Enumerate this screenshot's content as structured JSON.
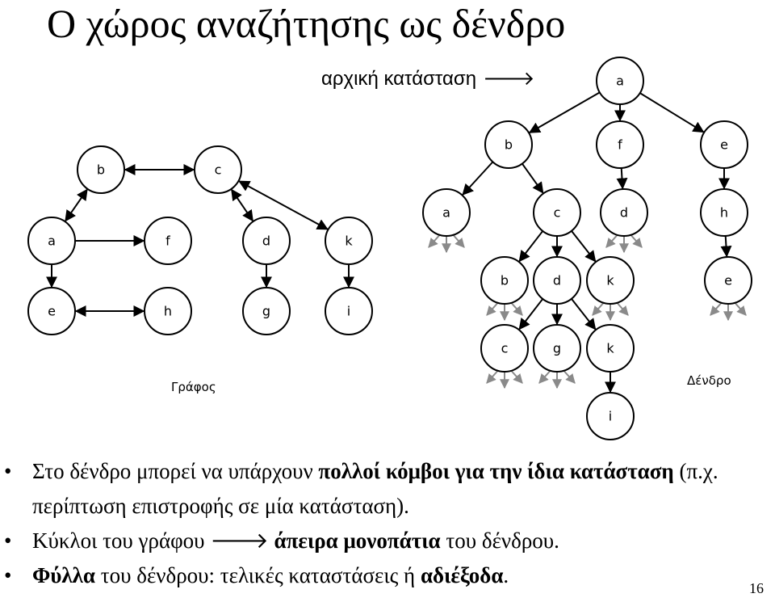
{
  "title": "Ο χώρος αναζήτησης ως δένδρο",
  "initial_state_label": "αρχική κατάσταση",
  "initial_state_arrow": "🡒",
  "graph": {
    "caption": "Γράφος",
    "nodes": [
      {
        "id": "b",
        "label": "b"
      },
      {
        "id": "c",
        "label": "c"
      },
      {
        "id": "a",
        "label": "a"
      },
      {
        "id": "f",
        "label": "f"
      },
      {
        "id": "d",
        "label": "d"
      },
      {
        "id": "k",
        "label": "k"
      },
      {
        "id": "e",
        "label": "e"
      },
      {
        "id": "h",
        "label": "h"
      },
      {
        "id": "g",
        "label": "g"
      },
      {
        "id": "i",
        "label": "i"
      }
    ],
    "edges": [
      {
        "from": "b",
        "to": "c",
        "both": true
      },
      {
        "from": "a",
        "to": "b",
        "both": true
      },
      {
        "from": "a",
        "to": "f",
        "both": false
      },
      {
        "from": "c",
        "to": "d",
        "both": true
      },
      {
        "from": "c",
        "to": "k",
        "both": true
      },
      {
        "from": "a",
        "to": "e",
        "both": false
      },
      {
        "from": "e",
        "to": "h",
        "both": true
      },
      {
        "from": "d",
        "to": "g",
        "both": false
      },
      {
        "from": "k",
        "to": "i",
        "both": false
      }
    ]
  },
  "tree": {
    "caption": "Δένδρο",
    "nodes": [
      {
        "id": "t_a",
        "label": "a"
      },
      {
        "id": "t_b",
        "label": "b"
      },
      {
        "id": "t_f",
        "label": "f"
      },
      {
        "id": "t_e",
        "label": "e"
      },
      {
        "id": "t_ba",
        "label": "a"
      },
      {
        "id": "t_bc",
        "label": "c"
      },
      {
        "id": "t_fd",
        "label": "d"
      },
      {
        "id": "t_eh",
        "label": "h"
      },
      {
        "id": "t_cb",
        "label": "b"
      },
      {
        "id": "t_cd",
        "label": "d"
      },
      {
        "id": "t_ck",
        "label": "k"
      },
      {
        "id": "t_he",
        "label": "e"
      },
      {
        "id": "t_dc",
        "label": "c"
      },
      {
        "id": "t_dg",
        "label": "g"
      },
      {
        "id": "t_dk",
        "label": "k"
      },
      {
        "id": "t_ki",
        "label": "i"
      }
    ],
    "edges": [
      [
        "t_a",
        "t_b"
      ],
      [
        "t_a",
        "t_f"
      ],
      [
        "t_a",
        "t_e"
      ],
      [
        "t_b",
        "t_ba"
      ],
      [
        "t_b",
        "t_bc"
      ],
      [
        "t_f",
        "t_fd"
      ],
      [
        "t_e",
        "t_eh"
      ],
      [
        "t_bc",
        "t_cb"
      ],
      [
        "t_bc",
        "t_cd"
      ],
      [
        "t_bc",
        "t_ck"
      ],
      [
        "t_eh",
        "t_he"
      ],
      [
        "t_cd",
        "t_dc"
      ],
      [
        "t_cd",
        "t_dg"
      ],
      [
        "t_cd",
        "t_dk"
      ],
      [
        "t_dk",
        "t_ki"
      ]
    ]
  },
  "bullets": [
    {
      "parts": [
        {
          "text": "Στο δένδρο μπορεί να υπάρχουν ",
          "bold": false
        },
        {
          "text": "πολλοί κόμβοι για την ίδια κατάσταση",
          "bold": true
        },
        {
          "text": " (π.χ. περίπτωση επιστροφής σε μία κατάσταση).",
          "bold": false
        }
      ]
    },
    {
      "parts": [
        {
          "text": "Κύκλοι του γράφου ",
          "bold": false
        },
        {
          "text": "🡒 ",
          "bold": false
        },
        {
          "text": "άπειρα μονοπάτια",
          "bold": true
        },
        {
          "text": " του δένδρου.",
          "bold": false
        }
      ]
    },
    {
      "parts": [
        {
          "text": "Φύλλα",
          "bold": true
        },
        {
          "text": " του δένδρου: τελικές καταστάσεις ή ",
          "bold": false
        },
        {
          "text": "αδιέξοδα",
          "bold": true
        },
        {
          "text": ".",
          "bold": false
        }
      ]
    }
  ],
  "bullet_symbol": "•",
  "page_number": "16",
  "colors": {
    "node_stroke": "#000000",
    "stub_arrow": "#8a8a8a"
  }
}
